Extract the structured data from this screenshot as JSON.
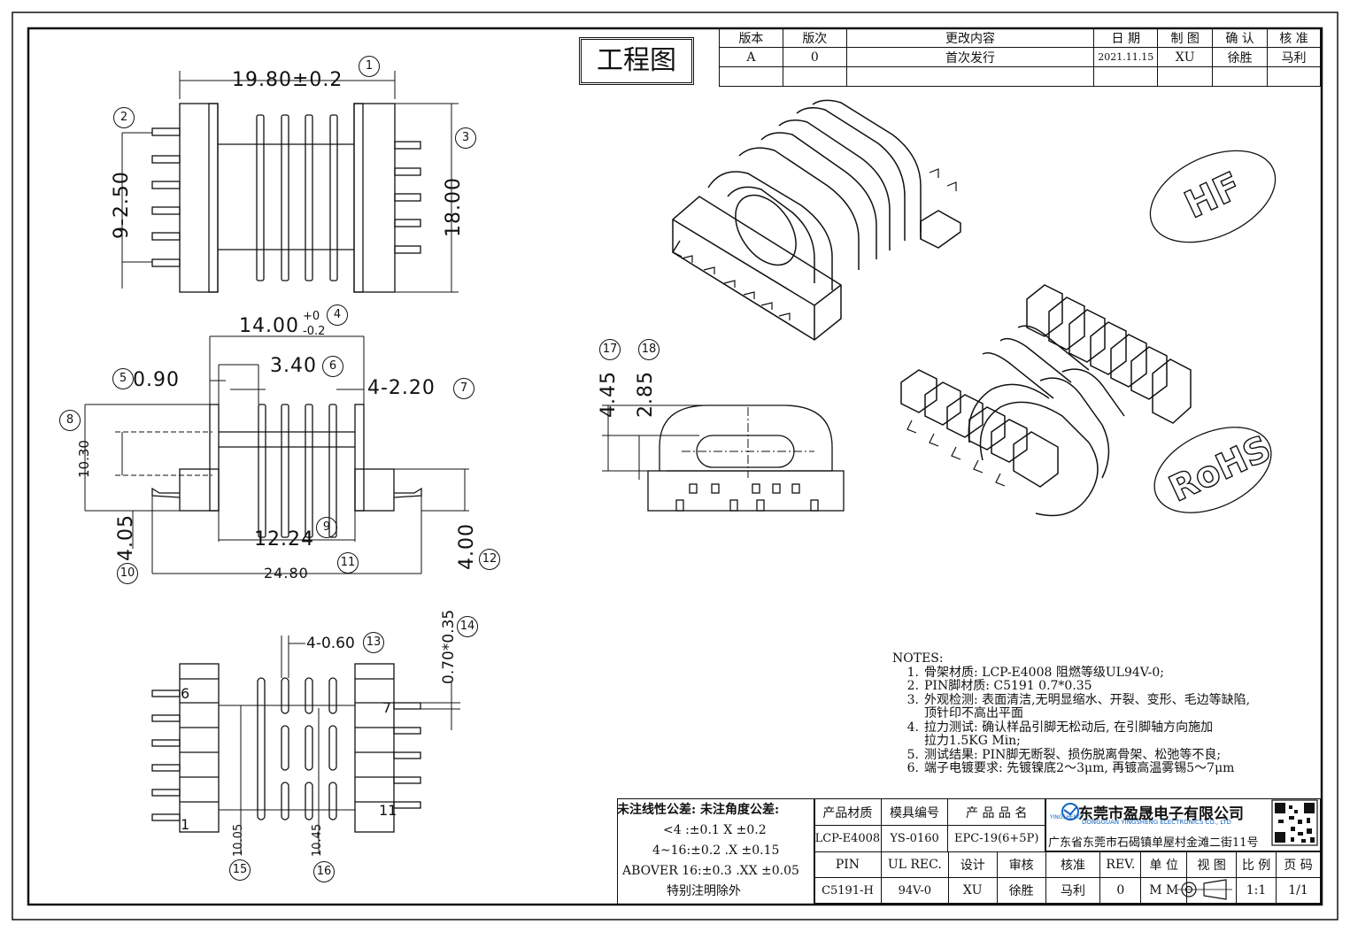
{
  "drawing_title": "工程图",
  "revision_table": {
    "headers": [
      "版本",
      "版次",
      "更改内容",
      "日 期",
      "制 图",
      "确 认",
      "核 准"
    ],
    "rows": [
      [
        "A",
        "0",
        "首次发行",
        "2021.11.15",
        "XU",
        "徐胜",
        "马利"
      ],
      [
        "",
        "",
        "",
        "",
        "",
        "",
        ""
      ]
    ]
  },
  "top_view": {
    "dims": {
      "width": "19.80±0.2",
      "pitch": "9-2.50",
      "height": "18.00"
    },
    "callouts": [
      "1",
      "2",
      "3"
    ]
  },
  "side_view": {
    "dims": {
      "width_main": "14.00",
      "tol_plus": "+0",
      "tol_minus": "-0.2",
      "flange": "0.90",
      "core": "3.40",
      "slots": "4-2.20",
      "height": "10.30",
      "inner": "12.24",
      "overall": "24.80",
      "left_h": "4.05",
      "right_h": "4.00"
    },
    "callouts": [
      "4",
      "5",
      "6",
      "7",
      "8",
      "9",
      "10",
      "11",
      "12"
    ]
  },
  "bottom_view": {
    "dims": {
      "slot": "4-0.60",
      "pin": "0.70*0.35",
      "span_a": "10.05",
      "span_b": "10.45"
    },
    "pin_labels": [
      "6",
      "7",
      "1",
      "11"
    ],
    "callouts": [
      "13",
      "14",
      "15",
      "16"
    ]
  },
  "end_view": {
    "dims": {
      "h1": "4.45",
      "h2": "2.85"
    },
    "callouts": [
      "17",
      "18"
    ]
  },
  "badges": {
    "hf": "HF",
    "rohs": "RoHS"
  },
  "notes": {
    "heading": "NOTES:",
    "items": [
      {
        "n": "1.",
        "text": "骨架材质: LCP-E4008 阻燃等级UL94V-0;"
      },
      {
        "n": "2.",
        "text": "PIN脚材质: C5191 0.7*0.35"
      },
      {
        "n": "3.",
        "text": "外观检测: 表面清洁,无明显缩水、开裂、变形、毛边等缺陷,"
      },
      {
        "n": "",
        "text": "顶针印不高出平面"
      },
      {
        "n": "4.",
        "text": "拉力测试: 确认样品引脚无松动后, 在引脚轴方向施加"
      },
      {
        "n": "",
        "text": "拉力1.5KG Min;"
      },
      {
        "n": "5.",
        "text": "测试结果: PIN脚无断裂、损伤脱离骨架、松弛等不良;"
      },
      {
        "n": "6.",
        "text": "端子电镀要求: 先镀镍底2～3μm, 再镀高温雾锡5～7μm"
      }
    ]
  },
  "tolerances": {
    "heading": "未注线性公差:  未注角度公差:",
    "lines": [
      "<4 :±0.1   X ±0.2",
      "4~16:±0.2  .X ±0.15",
      "ABOVER 16:±0.3  .XX ±0.05",
      "特别注明除外"
    ]
  },
  "title_block": {
    "row1": [
      "产品材质",
      "模具编号",
      "产 品 品 名"
    ],
    "row2": [
      "LCP-E4008",
      "YS-0160",
      "EPC-19(6+5P)"
    ],
    "row3": [
      "PIN",
      "UL REC.",
      "设计",
      "审核",
      "核准",
      "REV.",
      "单 位",
      "视 图",
      "比 例",
      "页 码"
    ],
    "row4": [
      "C5191-H",
      "94V-0",
      "XU",
      "徐胜",
      "马利",
      "0",
      "M M",
      "",
      "1:1",
      "1/1"
    ],
    "company_cn": "东莞市盈晟电子有限公司",
    "company_en": "DONGGUAN YINGSHENG ELECTRONICS CO., LTD",
    "address": "广东省东莞市石碣镇单屋村金滩二街11号",
    "logo_text": "YINGSHENG"
  }
}
